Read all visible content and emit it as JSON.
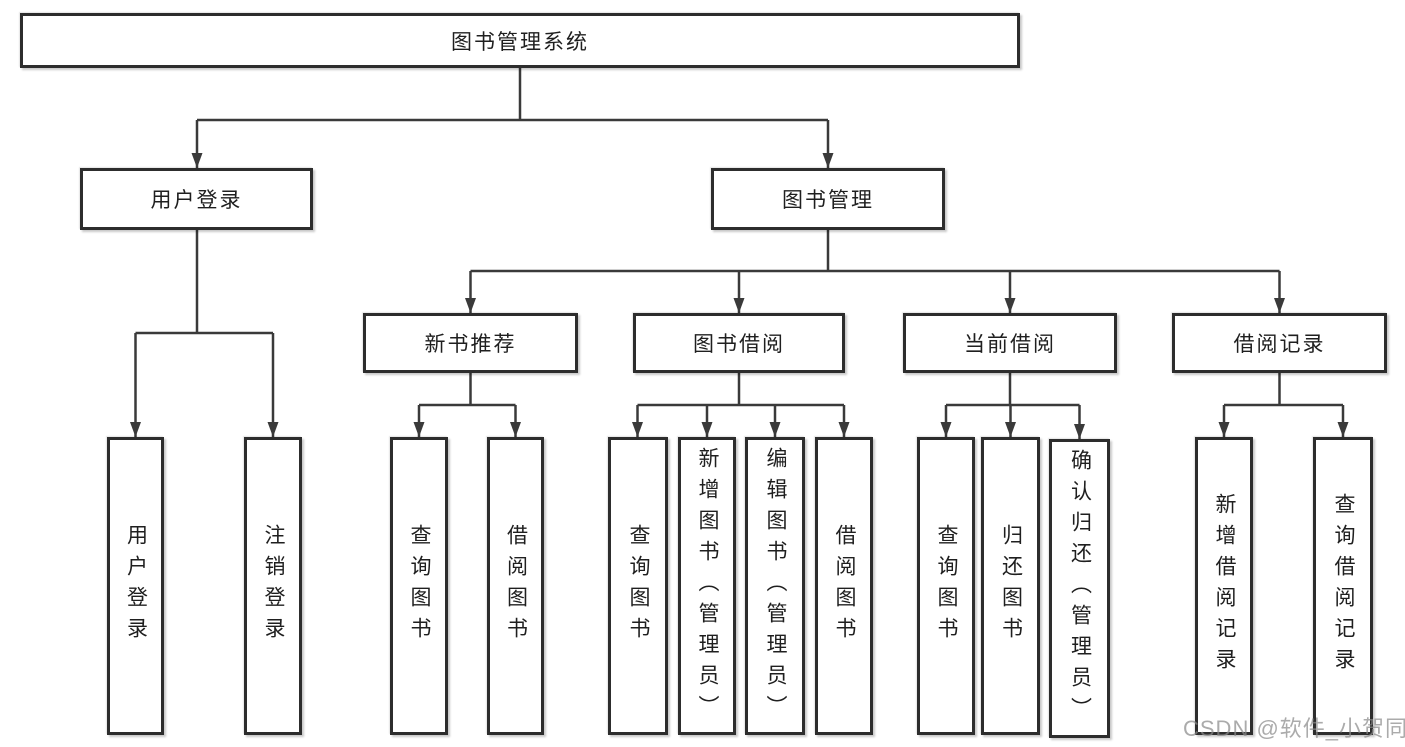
{
  "tree": {
    "label": "图书管理系统",
    "children": [
      {
        "label": "用户登录",
        "children": [
          {
            "label": "用户登录"
          },
          {
            "label": "注销登录"
          }
        ]
      },
      {
        "label": "图书管理",
        "children": [
          {
            "label": "新书推荐",
            "children": [
              {
                "label": "查询图书"
              },
              {
                "label": "借阅图书"
              }
            ]
          },
          {
            "label": "图书借阅",
            "children": [
              {
                "label": "查询图书"
              },
              {
                "label": "新增图书（管理员）"
              },
              {
                "label": "编辑图书（管理员）"
              },
              {
                "label": "借阅图书"
              }
            ]
          },
          {
            "label": "当前借阅",
            "children": [
              {
                "label": "查询图书"
              },
              {
                "label": "归还图书"
              },
              {
                "label": "确认归还（管理员）"
              }
            ]
          },
          {
            "label": "借阅记录",
            "children": [
              {
                "label": "新增借阅记录"
              },
              {
                "label": "查询借阅记录"
              }
            ]
          }
        ]
      }
    ]
  },
  "watermark": {
    "text": "CSDN @软件_小贺同学"
  },
  "colors": {
    "line": "#3a3a3a",
    "border": "#2d2d2d",
    "text": "#1f1f1f",
    "box_bg": "#ffffff",
    "watermark": "#8a8a8a"
  }
}
